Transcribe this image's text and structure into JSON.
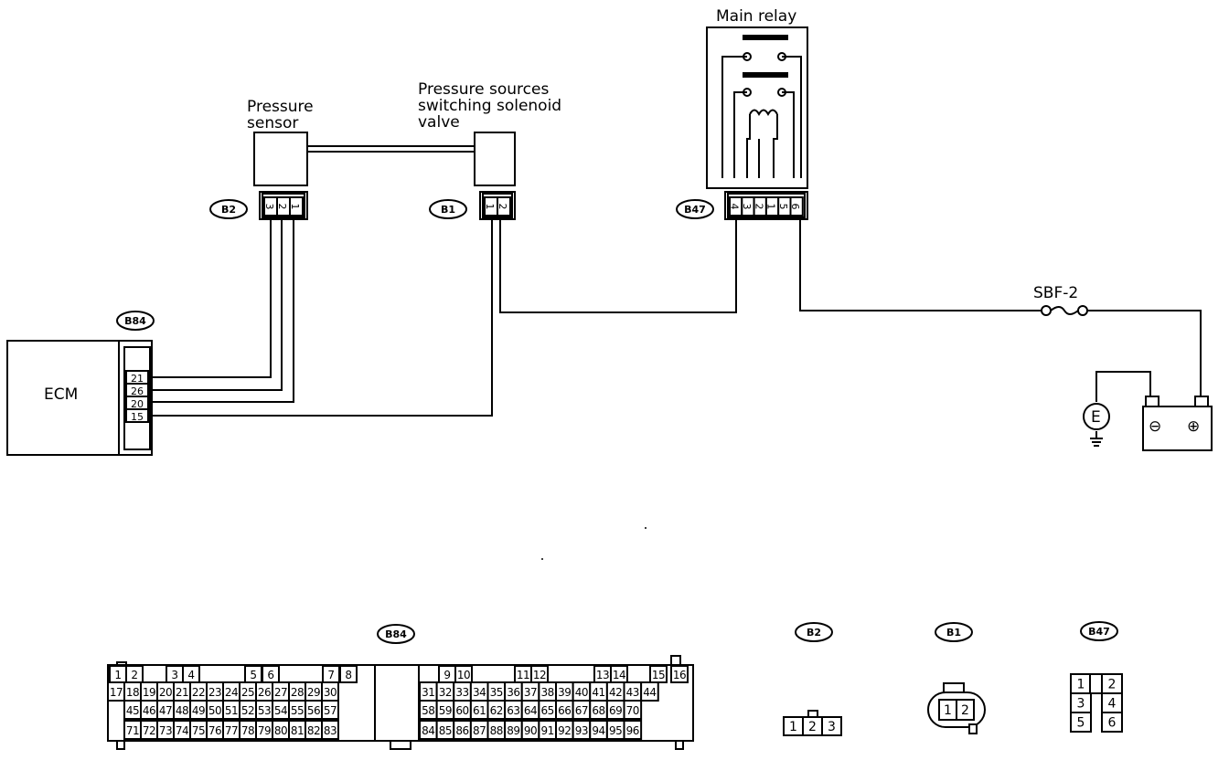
{
  "labels": {
    "main_relay": "Main relay",
    "pressure_sensor_1": "Pressure",
    "pressure_sensor_2": "sensor",
    "solenoid_1": "Pressure sources",
    "solenoid_2": "switching solenoid",
    "solenoid_3": "valve",
    "ecm": "ECM",
    "fuse": "SBF-2",
    "ground": "E",
    "battery_minus": "⊖",
    "battery_plus": "⊕"
  },
  "connector_tags": {
    "b2": "B2",
    "b1": "B1",
    "b47": "B47",
    "b84": "B84"
  },
  "ecm_pins": [
    "21",
    "26",
    "20",
    "15"
  ],
  "b2_pins": [
    "3",
    "2",
    "1"
  ],
  "b1_pins": [
    "1",
    "2"
  ],
  "b47_pins": [
    "4",
    "3",
    "2",
    "1",
    "5",
    "6"
  ],
  "faces": {
    "b84_title": "B84",
    "b2_title": "B2",
    "b1_title": "B1",
    "b47_title": "B47",
    "b84_top": [
      "1",
      "2",
      "3",
      "4",
      "5",
      "6",
      "7",
      "8",
      "9",
      "10",
      "11",
      "12",
      "13",
      "14",
      "15",
      "16"
    ],
    "b84_row1": [
      "17",
      "18",
      "19",
      "20",
      "21",
      "22",
      "23",
      "24",
      "25",
      "26",
      "27",
      "28",
      "29",
      "30",
      "31",
      "32",
      "33",
      "34",
      "35",
      "36",
      "37",
      "38",
      "39",
      "40",
      "41",
      "42",
      "43",
      "44"
    ],
    "b84_row2": [
      "45",
      "46",
      "47",
      "48",
      "49",
      "50",
      "51",
      "52",
      "53",
      "54",
      "55",
      "56",
      "57",
      "58",
      "59",
      "60",
      "61",
      "62",
      "63",
      "64",
      "65",
      "66",
      "67",
      "68",
      "69",
      "70"
    ],
    "b84_row3": [
      "71",
      "72",
      "73",
      "74",
      "75",
      "76",
      "77",
      "78",
      "79",
      "80",
      "81",
      "82",
      "83",
      "84",
      "85",
      "86",
      "87",
      "88",
      "89",
      "90",
      "91",
      "92",
      "93",
      "94",
      "95",
      "96"
    ],
    "b2_pins": [
      "1",
      "2",
      "3"
    ],
    "b1_pins": [
      "1",
      "2"
    ],
    "b47_pins": [
      "1",
      "2",
      "3",
      "4",
      "5",
      "6"
    ]
  }
}
